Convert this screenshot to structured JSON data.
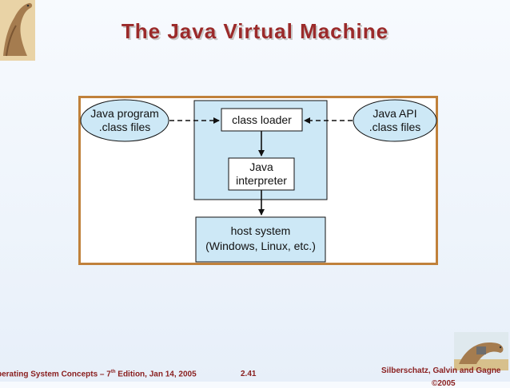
{
  "slide": {
    "title": "The Java Virtual Machine"
  },
  "diagram": {
    "java_program": {
      "line1": "Java program",
      "line2": ".class files"
    },
    "java_api": {
      "line1": "Java API",
      "line2": ".class files"
    },
    "class_loader": "class loader",
    "interpreter": {
      "line1": "Java",
      "line2": "interpreter"
    },
    "host_system": {
      "line1": "host system",
      "line2": "(Windows, Linux, etc.)"
    }
  },
  "footer": {
    "left_prefix": "perating System Concepts – 7",
    "left_sup": "th",
    "left_suffix": " Edition, Jan 14, 2005",
    "page": "2.41",
    "authors": "Silberschatz, Galvin and Gagne",
    "copyright": "©2005"
  },
  "colors": {
    "title": "#9b2a2a",
    "frame_border": "#c0813b",
    "jvm_fill": "#cde8f6",
    "box_fill": "#ffffff",
    "oval_fill": "#cde8f6"
  }
}
